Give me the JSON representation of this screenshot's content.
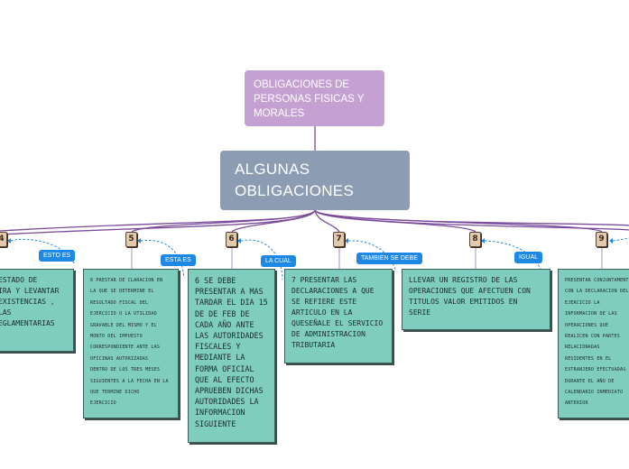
{
  "top_node": {
    "text": "OBLIGACIONES DE PERSONAS FISICAS Y MORALES"
  },
  "main_node": {
    "text": "ALGUNAS OBLIGACIONES"
  },
  "branches": [
    {
      "num": "4",
      "tag": "ESTO ES",
      "text": "ESTADO DE\nIRA Y LEVANTAR\nEXISTENCIAS ,\nLAS\nEGLAMENTARIAS"
    },
    {
      "num": "5",
      "tag": "ESTA ES",
      "text": "6 PRESTAR DE CLARACION EN\nLA QUE SE DETERMINE EL\nRESULTADO FISCAL DEL\nEJERCICIO O LA UTILIDAD\nGRAVABLE DEL MISMO Y EL\nMONTO DEL IMPUESTO\nCORRESPONDIENTE ANTE LAS\nOFICINAS AUTORIZADAS\nDENTRO DE LOS TRES MESES\nSIGUIENTES A LA FECHA EN LA\nQUE TERMINE DICHO\nEJERCICIO"
    },
    {
      "num": "6",
      "tag": "LA CUAL",
      "text": "6 SE DEBE\nPRESENTAR A MAS\nTARDAR EL DIA 15\nDE DE FEB DE\nCADA AÑO ANTE\nLAS AUTORIDADES\nFISCALES Y\nMEDIANTE  LA\nFORMA OFICIAL\nQUE AL EFECTO\nAPRUEBEN DICHAS\nAUTORIDADES LA\nINFORMACION\nSIGUIENTE"
    },
    {
      "num": "7",
      "tag": "TAMBIEN SE DEBE",
      "text": "7 PRESENTAR LAS\nDECLARACIONES A QUE\nSE REFIERE ESTE\nARTICULO EN LA\nQUESEÑALE EL SERVICIO\nDE ADMINISTRACION\nTRIBUTARIA"
    },
    {
      "num": "8",
      "tag": "IGUAL",
      "text": "LLEVAR UN REGISTRO DE LAS\nOPERACIONES QUE AFECTUEN CON\nTITULOS VALOR EMITIDOS EN\nSERIE"
    },
    {
      "num": "9",
      "tag": "",
      "text": "PRESENTAR CONJUNTAMENTE\nCON LA DECLARACION DEL\nEJERCICIO LA\nINFORMACION DE LAS\nOPERACIONES QUE\nREALICEN CON PARTES\nRELACIONADAS\nRESIDENTES EN EL\nEXTRANJERO EFECTUADAS\nDURANTE EL AÑO DE\nCALENDARIO INMEDIATO\nANTERIOR"
    }
  ],
  "colors": {
    "connector": "#7b4b9b",
    "top_node": "#c4a1d2",
    "main_node": "#8c9db3",
    "box": "#7fcdbf",
    "tag": "#1e88e5",
    "number_badge": "#e3c9ae"
  }
}
